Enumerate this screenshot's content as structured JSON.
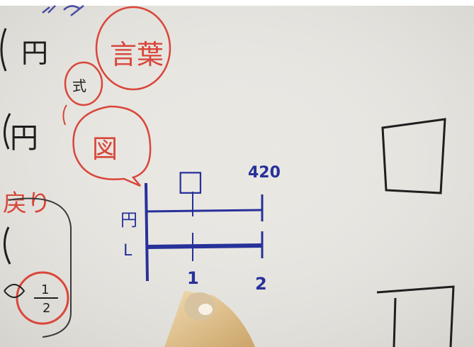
{
  "photo": {
    "board_color": "#e9e7e2",
    "ink_colors": {
      "red": "#d9463a",
      "blue": "#27319a",
      "black": "#1f1f1f"
    }
  },
  "left_column": {
    "lines": [
      "円",
      "円",
      "戻り"
    ],
    "bubbles": [
      {
        "text": "言葉"
      },
      {
        "text": "式"
      },
      {
        "text": "図"
      }
    ],
    "fraction": {
      "numerator": "1",
      "denominator": "2"
    }
  },
  "number_line": {
    "top_label": "□",
    "top_value": "420",
    "row1_label": "円",
    "row2_label": "L",
    "tick_labels": [
      "1",
      "2"
    ]
  }
}
